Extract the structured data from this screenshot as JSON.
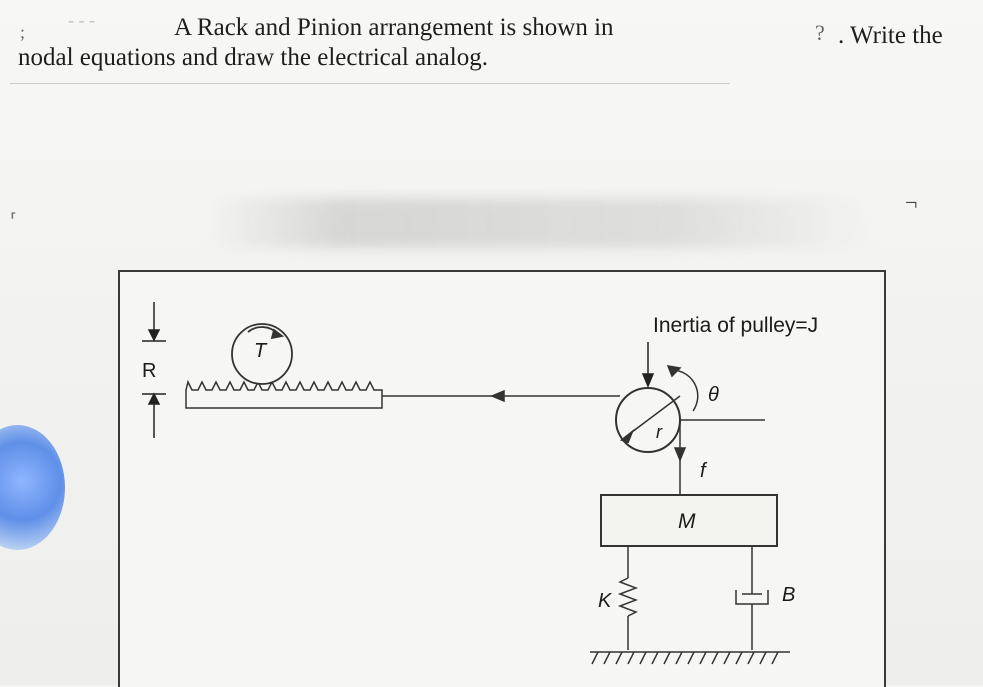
{
  "question": {
    "line1": "A Rack and Pinion arrangement is shown in",
    "line1_tail": ". Write the",
    "line2": "nodal equations and draw the electrical analog.",
    "mark_left": ";",
    "mark_right": "?"
  },
  "figure": {
    "inertia_label": "Inertia of pulley=J",
    "torque_label": "T",
    "rack_dim_label": "R",
    "angle_label": "θ",
    "radius_label": "r",
    "force_label": "f",
    "mass_label": "M",
    "spring_label": "K",
    "damper_label": "B"
  }
}
